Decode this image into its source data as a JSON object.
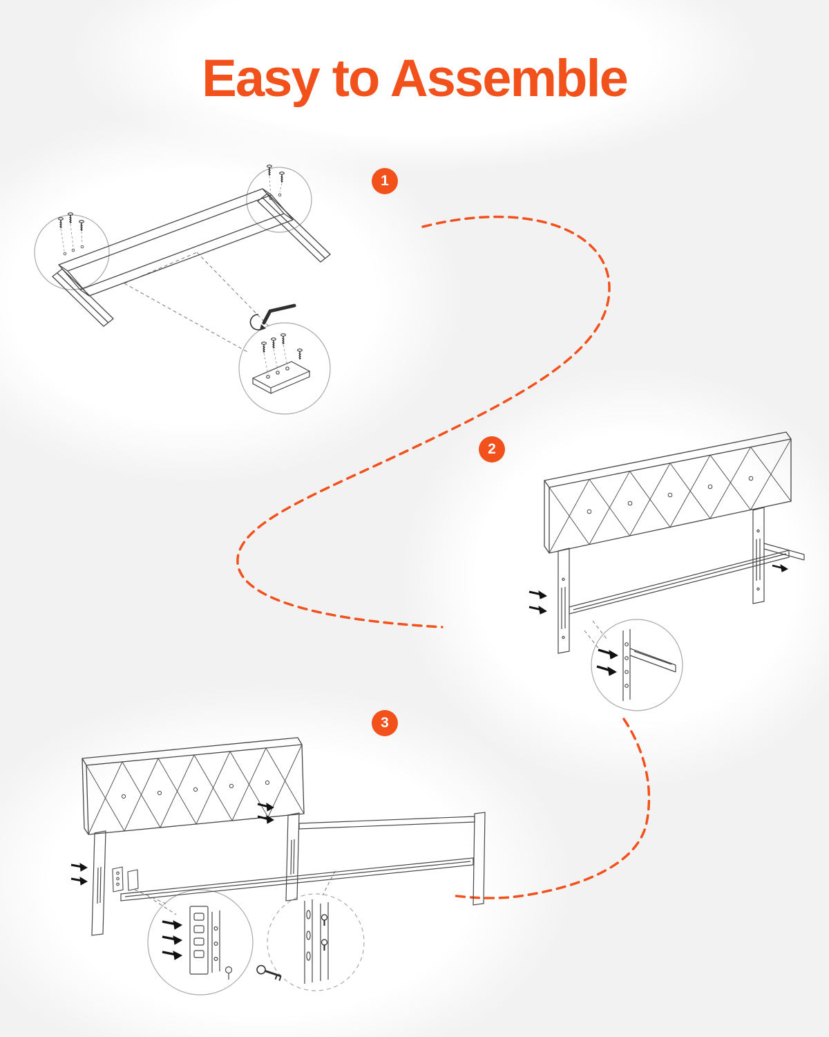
{
  "page": {
    "title": "Easy to Assemble",
    "accent_color": "#F2511B",
    "background_color": "#f2f2f3"
  },
  "steps": [
    {
      "number": "1",
      "illustration": "bed-rail-frame-with-screws-and-allen-key-diagram"
    },
    {
      "number": "2",
      "illustration": "tufted-headboard-with-side-rails-and-screw-detail-diagram"
    },
    {
      "number": "3",
      "illustration": "headboard-attached-to-frame-with-bracket-and-key-detail-diagram"
    }
  ]
}
